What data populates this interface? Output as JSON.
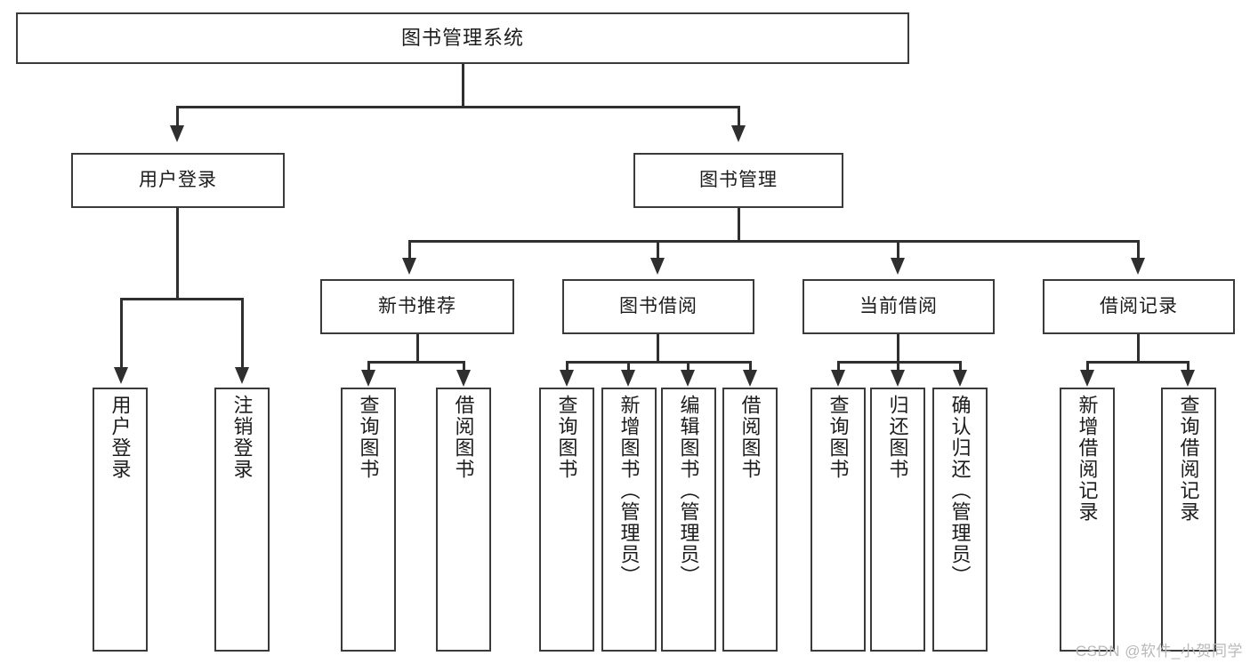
{
  "diagram": {
    "title": "图书管理系统",
    "type": "功能结构图",
    "root": {
      "id": "root",
      "label": "图书管理系统"
    },
    "level2": [
      {
        "id": "user-login",
        "label": "用户登录"
      },
      {
        "id": "book-manage",
        "label": "图书管理"
      }
    ],
    "level3": [
      {
        "id": "new-book-recommend",
        "label": "新书推荐",
        "parent": "book-manage"
      },
      {
        "id": "book-borrow",
        "label": "图书借阅",
        "parent": "book-manage"
      },
      {
        "id": "current-borrow",
        "label": "当前借阅",
        "parent": "book-manage"
      },
      {
        "id": "borrow-record",
        "label": "借阅记录",
        "parent": "book-manage"
      }
    ],
    "leaves": {
      "user-login": [
        {
          "id": "leaf-user-login",
          "label": "用户登录"
        },
        {
          "id": "leaf-logout-login",
          "label": "注销登录"
        }
      ],
      "new-book-recommend": [
        {
          "id": "leaf-query-book-1",
          "label": "查询图书"
        },
        {
          "id": "leaf-borrow-book-1",
          "label": "借阅图书"
        }
      ],
      "book-borrow": [
        {
          "id": "leaf-query-book-2",
          "label": "查询图书"
        },
        {
          "id": "leaf-add-book",
          "label": "新增图书（管理员）"
        },
        {
          "id": "leaf-edit-book",
          "label": "编辑图书（管理员）"
        },
        {
          "id": "leaf-borrow-book-2",
          "label": "借阅图书"
        }
      ],
      "current-borrow": [
        {
          "id": "leaf-query-book-3",
          "label": "查询图书"
        },
        {
          "id": "leaf-return-book",
          "label": "归还图书"
        },
        {
          "id": "leaf-confirm-return",
          "label": "确认归还（管理员）"
        }
      ],
      "borrow-record": [
        {
          "id": "leaf-add-record",
          "label": "新增借阅记录"
        },
        {
          "id": "leaf-query-record",
          "label": "查询借阅记录"
        }
      ]
    }
  },
  "watermark": {
    "text": "CSDN @软件_小贺同学"
  },
  "colors": {
    "stroke": "#3a3a3a",
    "connector": "#2f2f2f",
    "text": "#1c1c1c",
    "background": "#ffffff",
    "watermark": "#b9b9b9"
  }
}
